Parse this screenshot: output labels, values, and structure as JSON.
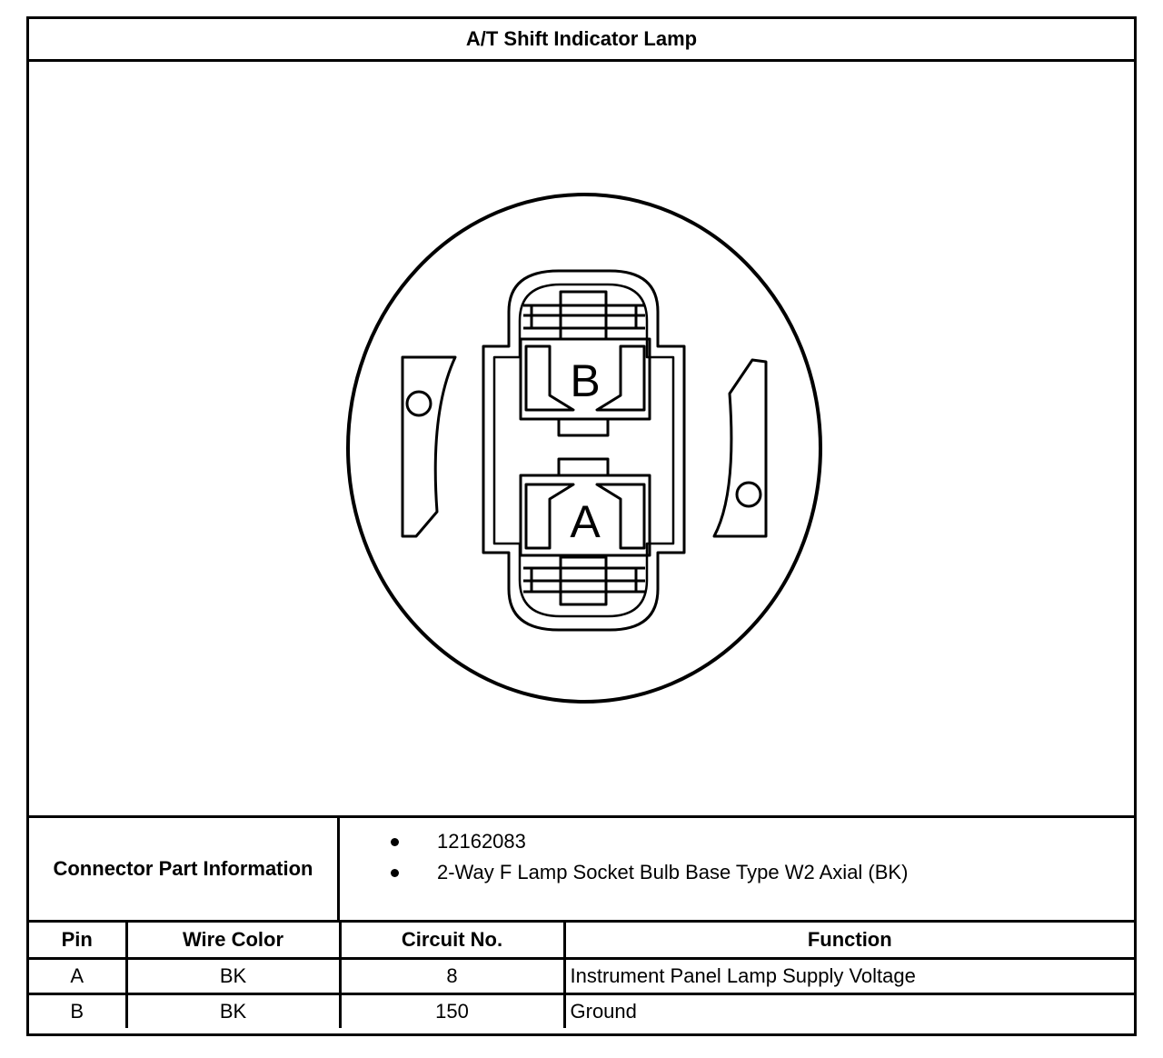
{
  "title": "A/T Shift Indicator Lamp",
  "connector": {
    "pin_labels": {
      "top": "B",
      "bottom": "A"
    }
  },
  "part_info": {
    "label": "Connector Part Information",
    "items": [
      "12162083",
      "2-Way F Lamp Socket Bulb Base Type W2 Axial (BK)"
    ]
  },
  "pin_table": {
    "headers": [
      "Pin",
      "Wire Color",
      "Circuit No.",
      "Function"
    ],
    "rows": [
      [
        "A",
        "BK",
        "8",
        "Instrument Panel Lamp Supply Voltage"
      ],
      [
        "B",
        "BK",
        "150",
        "Ground"
      ]
    ]
  }
}
